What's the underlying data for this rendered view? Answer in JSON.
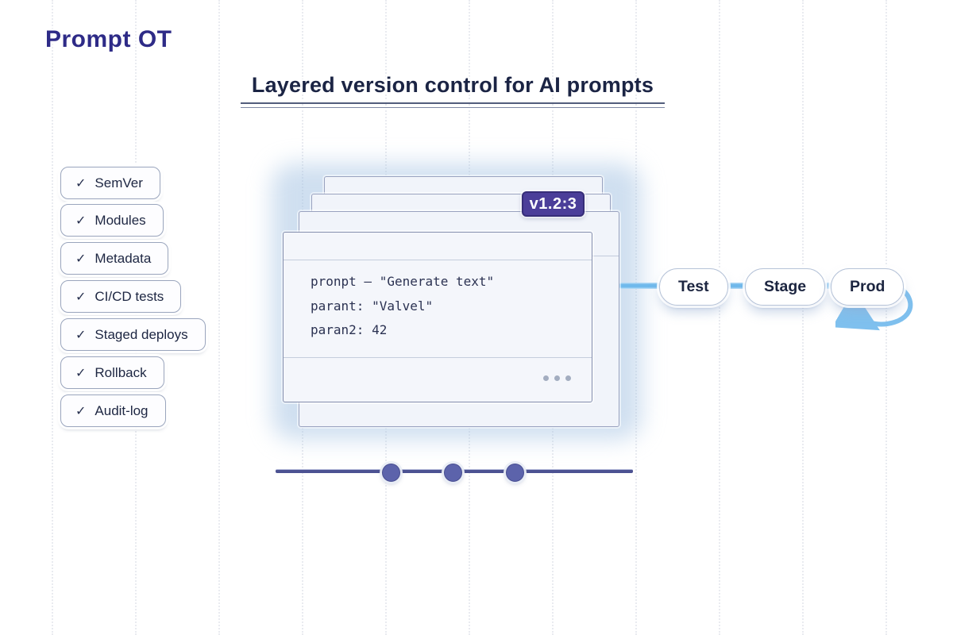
{
  "logo": {
    "text": "Prompt OT"
  },
  "hero": {
    "title": "Layered version control for AI prompts"
  },
  "features": {
    "check_icon": "✓",
    "items": [
      {
        "label": "SemVer"
      },
      {
        "label": "Modules"
      },
      {
        "label": "Metadata"
      },
      {
        "label": "CI/CD tests"
      },
      {
        "label": "Staged deploys"
      },
      {
        "label": "Rollback"
      },
      {
        "label": "Audit-log"
      }
    ]
  },
  "prompt_card": {
    "version_badge": "v1.2:3",
    "code_lines": [
      {
        "text": "pronpt – \"Generate text\""
      },
      {
        "text": "parant: \"Valvel\""
      },
      {
        "text": "paran2: 42"
      }
    ]
  },
  "pipeline": {
    "stages": [
      {
        "label": "Test"
      },
      {
        "label": "Stage"
      },
      {
        "label": "Prod"
      }
    ]
  },
  "timeline": {
    "dot_count": 3
  },
  "colors": {
    "logo_indigo": "#2e2b87",
    "title_navy": "#1b2444",
    "badge_indigo": "#4b3e99",
    "pipeline_blue": "#6fb9ec",
    "timeline_indigo": "#4c5292",
    "timeline_dot": "#5c63ab",
    "card_bg": "#f4f6fb",
    "card_border": "#848ead"
  }
}
